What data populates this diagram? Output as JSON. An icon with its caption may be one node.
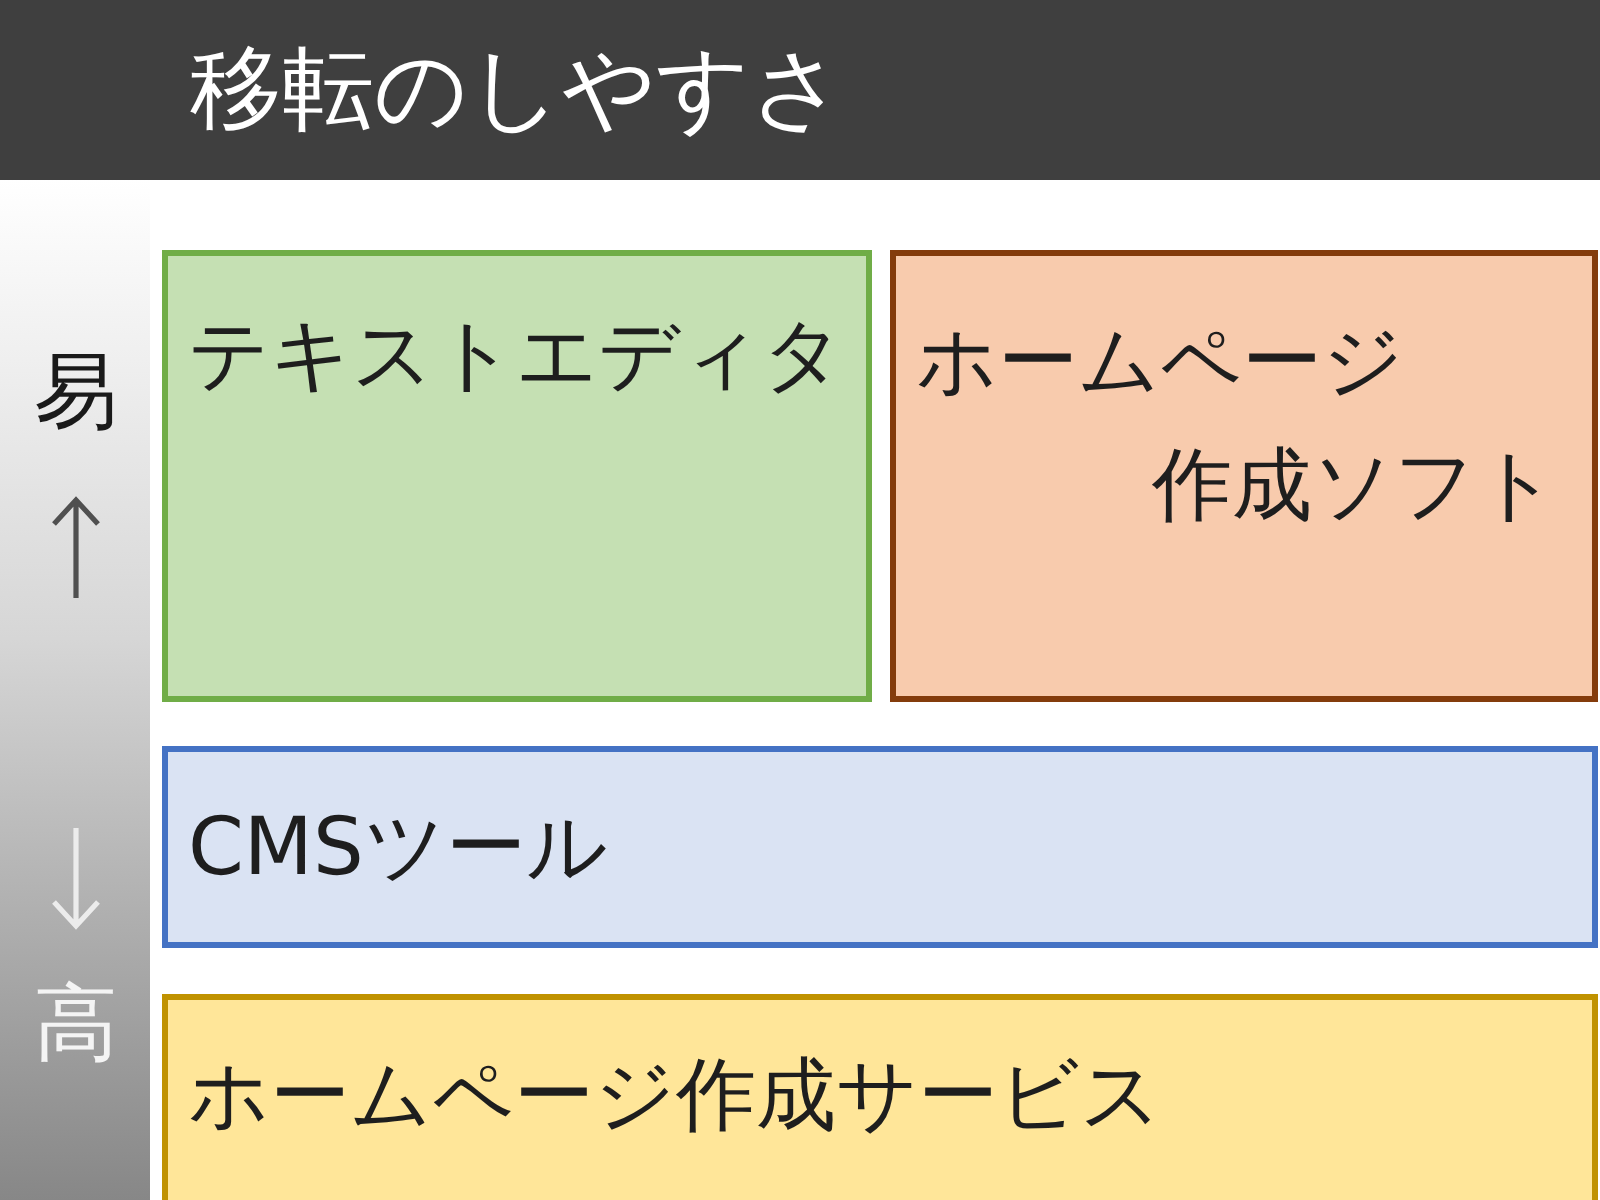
{
  "diagram": {
    "title": "移転のしやすさ",
    "nodes": [
      {
        "text": [
          "易",
          "高"
        ]
      },
      {
        "text": [
          "テキストエディタ"
        ]
      },
      {
        "text": [
          "ホームページ作成ソフト"
        ]
      },
      {
        "text": [
          "CMSツール"
        ]
      },
      {
        "text": [
          "ホームページ作成サービス"
        ]
      }
    ]
  }
}
